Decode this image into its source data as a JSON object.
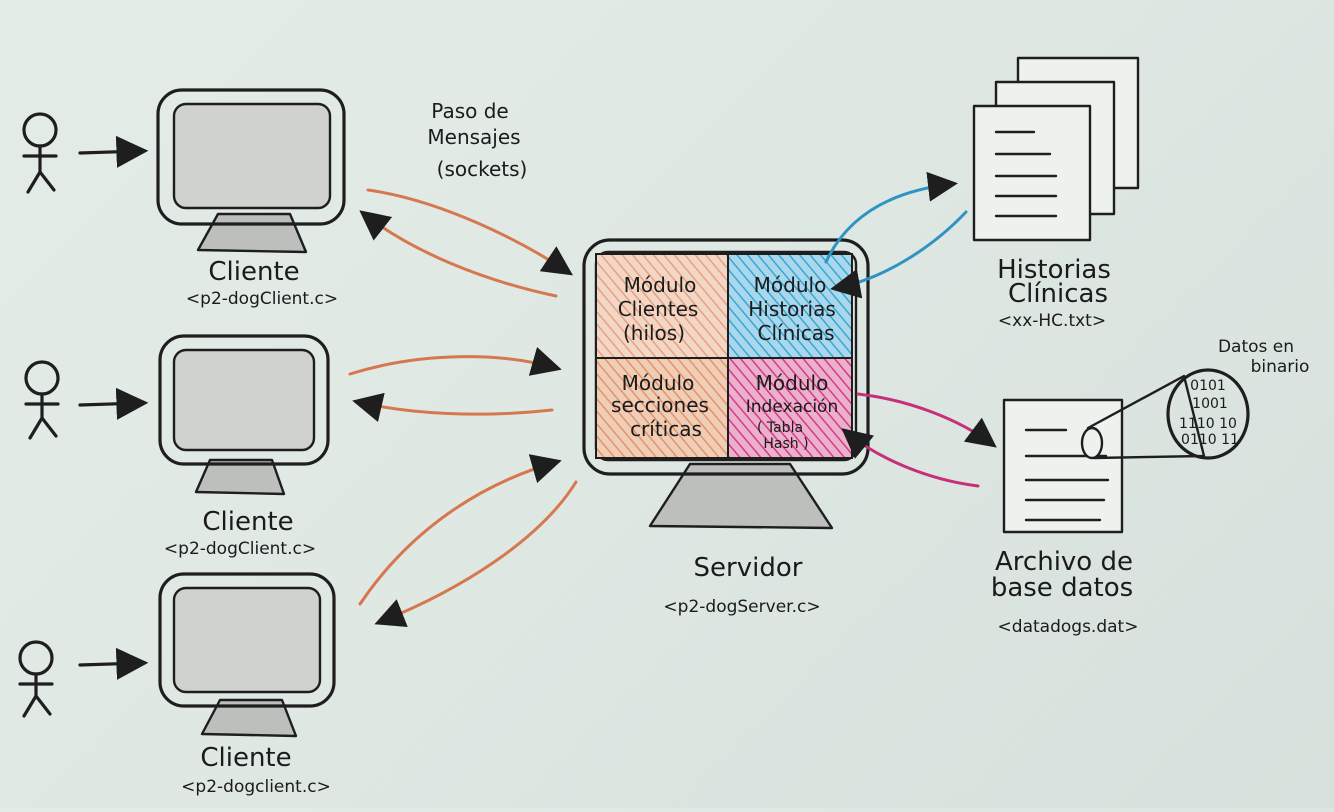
{
  "labels": {
    "message_passing": [
      "Paso de",
      "Mensajes",
      "(sockets)"
    ],
    "clients": [
      {
        "title": "Cliente",
        "file": "<p2-dogClient.c>"
      },
      {
        "title": "Cliente",
        "file": "<p2-dogClient.c>"
      },
      {
        "title": "Cliente",
        "file": "<p2-dogclient.c>"
      }
    ],
    "server": {
      "title": "Servidor",
      "file": "<p2-dogServer.c>"
    },
    "modules": {
      "clients": [
        "Módulo",
        "Clientes",
        "(hilos)"
      ],
      "histories": [
        "Módulo",
        "Historias",
        "Clínicas"
      ],
      "critical": [
        "Módulo",
        "secciones",
        "críticas"
      ],
      "index": [
        "Módulo",
        "Indexación",
        "( Tabla",
        "Hash )"
      ]
    },
    "histories": {
      "title": [
        "Historias",
        "Clínicas"
      ],
      "file": "<xx-HC.txt>"
    },
    "database": {
      "title": [
        "Archivo de",
        "base datos"
      ],
      "file": "<datadogs.dat>"
    },
    "binary": {
      "title": [
        "Datos en",
        "binario"
      ],
      "bits": [
        "0101",
        "1001",
        "1110 10",
        "0110 11"
      ]
    }
  },
  "colors": {
    "ink": "#1e1e1e",
    "module_clients": "#e9a07f",
    "module_histories": "#3aa6d4",
    "module_critical": "#e39468",
    "module_index": "#d73a86",
    "arrow_orange": "#d6784f",
    "arrow_blue": "#2f93c4",
    "arrow_magenta": "#c62f7a",
    "grey_fill": "#bdbfbd"
  }
}
